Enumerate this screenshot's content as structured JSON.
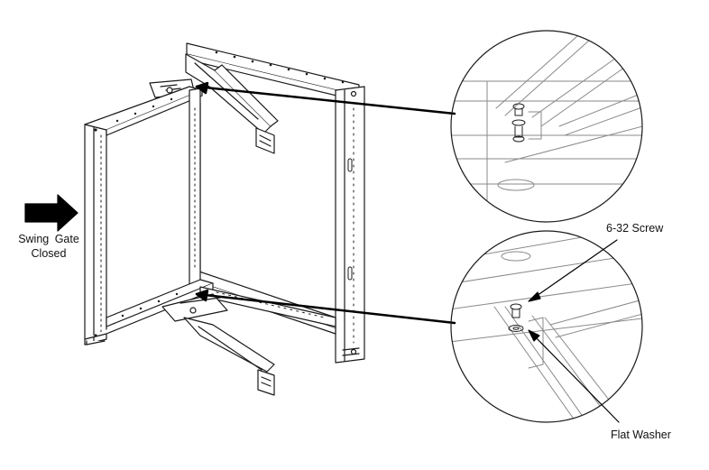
{
  "labels": {
    "swing_gate_line1": "Swing Gate",
    "swing_gate_line2": "Closed",
    "screw": "6-32 Screw",
    "washer": "Flat Washer"
  },
  "icons": {
    "direction_arrow": "right-arrow-icon"
  },
  "colors": {
    "line": "#1a1a1a",
    "detail_line": "#8a8a8a",
    "fill": "#ffffff"
  }
}
